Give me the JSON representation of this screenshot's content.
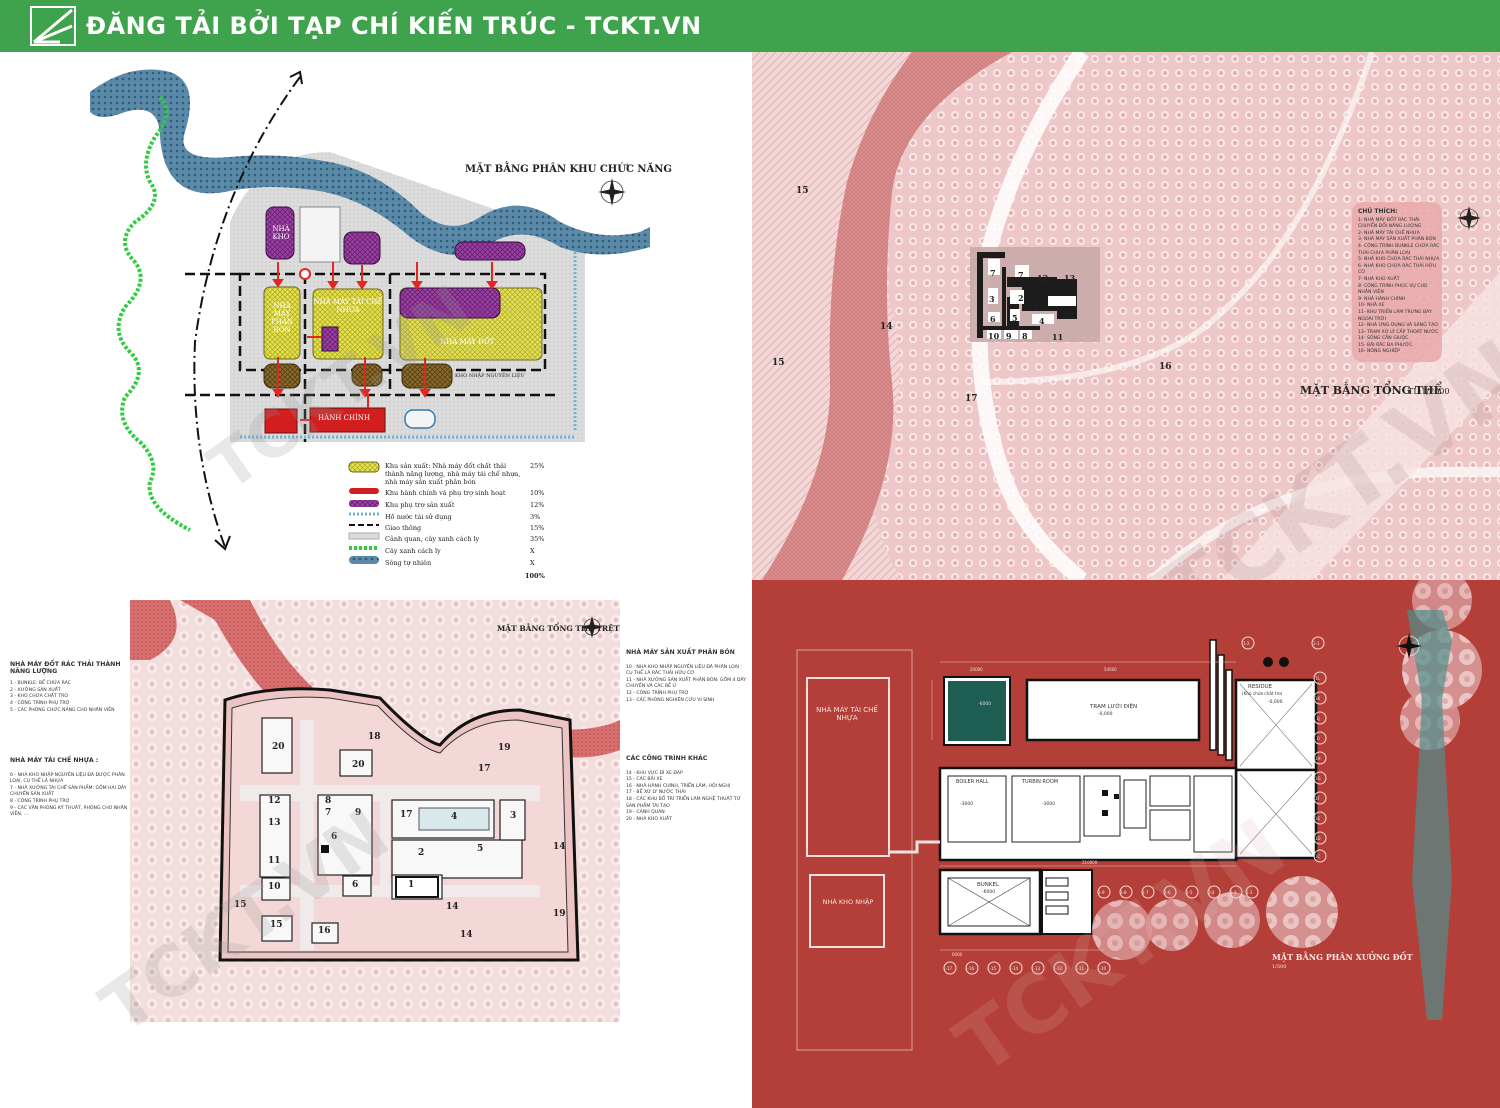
{
  "banner": {
    "title": "ĐĂNG TẢI BỞI TẠP CHÍ KIẾN TRÚC - TCKT.VN",
    "color": "#3fa34d"
  },
  "watermark": "TCKT.VN",
  "panel1": {
    "title": "MẶT BẰNG PHÂN KHU CHỨC NĂNG",
    "blocks": {
      "nha_kho": "NHÀ KHO",
      "nha_may_tai_che_nhua": "NHÀ MÁY TÁI CHẾ NHỰA",
      "nha_may_phan_bon": "NHÀ MÁY PHÂN BÓN",
      "nha_may_dot": "NHÀ MÁY ĐỐT",
      "hanh_chinh": "HÀNH CHÍNH",
      "kho_nhap": "KHO NHẬP NGUYÊN LIỆU"
    },
    "legend": [
      {
        "label": "Khu sản xuất: Nhà máy đốt chất thải thành năng lượng, nhà máy tái chế nhựa, nhà máy sản xuất phân bón",
        "value": "25%"
      },
      {
        "label": "Khu hành chính và phụ trợ sinh hoạt",
        "value": "10%"
      },
      {
        "label": "Khu phụ trợ sản xuất",
        "value": "12%"
      },
      {
        "label": "Hồ nước tái sử dụng",
        "value": "3%"
      },
      {
        "label": "Giao thông",
        "value": "15%"
      },
      {
        "label": "Cảnh quan, cây xanh cách ly",
        "value": "35%"
      },
      {
        "label": "Cây xanh cách ly",
        "value": "X"
      },
      {
        "label": "Sông tự nhiên",
        "value": "X"
      }
    ],
    "total": "100%"
  },
  "panel2": {
    "title": "MẶT BẰNG TỔNG THỂ",
    "scale": "TL:1/2000",
    "legend_title": "CHÚ THÍCH:",
    "legend": [
      "1- NHÀ MÁY ĐỐT RÁC THẢI CHUYỂN ĐỔI NĂNG LƯỢNG",
      "2- NHÀ MÁY TÁI CHẾ NHỰA",
      "3- NHÀ MÁY SẢN XUẤT PHÂN BÓN",
      "4- CÔNG TRÌNH BUNKLE CHỨA RÁC THẢI CHƯA PHÂN LOẠI",
      "5- NHÀ KHO CHỨA RÁC THẢI NHỰA",
      "6- NHÀ KHO CHỨA RÁC THẢI HỮU CƠ",
      "7- NHÀ KHO XUẤT",
      "8- CÔNG TRÌNH PHỤC VỤ CHO NHÂN VIÊN",
      "9- NHÀ HÀNH CHÍNH",
      "10- NHÀ XE",
      "11- KHU TRIỂN LÃM TRƯNG BÀY NGOÀI TRỜI",
      "12- NHÀ ỨNG DỤNG VÀ SÁNG TẠO",
      "13- TRẠM XỬ LÝ CẤP THOÁT NƯỚC",
      "14- SÔNG CẦN GIUỘC",
      "15- BÃI RÁC ĐA PHƯỚC",
      "16- NÔNG NGHIỆP"
    ],
    "site_numbers": [
      "15",
      "15",
      "14",
      "16",
      "17"
    ],
    "building_numbers": [
      "7",
      "7",
      "12",
      "13",
      "3",
      "2",
      "1",
      "6",
      "5",
      "4",
      "10",
      "9",
      "8",
      "11"
    ]
  },
  "panel3": {
    "title": "MẶT BẰNG TỔNG THỂ TRỆT",
    "group1_title": "NHÀ MÁY ĐỐT RÁC THẢI THÀNH NĂNG LƯỢNG",
    "group1_items": [
      "1 - BUNKLE: BỂ CHỨA RÁC",
      "2 - XƯỞNG SẢN XUẤT",
      "3 - KHO CHỨA CHẤT TRO",
      "4 - CÔNG TRÌNH PHỤ TRỢ",
      "5 - CÁC PHÒNG CHỨC NĂNG CHO NHÂN VIÊN"
    ],
    "group2_title": "NHÀ MÁY TÁI CHẾ NHỰA :",
    "group2_items": [
      "6 - NHÀ KHO NHẬP NGUYÊN LIỆU ĐÃ ĐƯỢC PHÂN LOẠI, CỤ THỂ LÀ NHỰA",
      "7 - NHÀ XƯỞNG TÁI CHẾ SẢN PHẨM: GỒM HAI DÂY CHUYỀN SẢN XUẤT",
      "8 - CÔNG TRÌNH PHỤ TRỢ",
      "9 - CÁC VĂN PHÒNG KỸ THUẬT, PHÒNG CHO NHÂN VIÊN, ..."
    ],
    "group3_title": "NHÀ MÁY SẢN XUẤT PHÂN BÓN",
    "group3_items": [
      "10 - NHÀ KHO NHẬP NGUYÊN LIỆU ĐÃ PHÂN LOẠI : CỤ THỂ LÀ RÁC THẢI HỮU CƠ",
      "11 - NHÀ XƯỞNG SẢN XUẤT PHÂN BÓN: GỒM 4 DÂY CHUYỀN VÀ CÁC BỂ Ủ",
      "12 - CÔNG TRÌNH PHỤ TRỢ",
      "13 - CÁC PHÒNG NGHIÊN CỨU VI SINH"
    ],
    "group4_title": "CÁC CÔNG TRÌNH KHÁC",
    "group4_items": [
      "14 - KHU VỰC ĐỈ XE ĐẠP",
      "15 - CÁC BÃI XE",
      "16 - NHÀ HÀNH CHÍNH, TRIỂN LÃM, HỘI NGHỊ",
      "17 - BỂ XỬ LÝ NƯỚC THẢI",
      "18 - CÁC KHU BỐ TRÍ TRIỂN LÃM NGHỆ THUẬT TỪ SẢN PHẨM TÁI TẠO",
      "19 - CẢNH QUAN",
      "20 - NHÀ KHO XUẤT"
    ],
    "plan_numbers": [
      "20",
      "18",
      "20",
      "19",
      "17",
      "12",
      "8",
      "7",
      "9",
      "17",
      "4",
      "3",
      "13",
      "6",
      "5",
      "2",
      "11",
      "14",
      "10",
      "6",
      "1",
      "15",
      "15",
      "16",
      "14",
      "19",
      "14"
    ]
  },
  "panel4": {
    "title": "MẶT BẰNG PHÂN XƯỞNG ĐỐT",
    "scale": "1/500",
    "buildings": {
      "tai_che": "NHÀ MÁY TÁI CHẾ NHỰA",
      "kho_nhap": "NHÀ KHO NHẬP",
      "tram": "TRẠM LƯỚI ĐIỆN",
      "tram_level": "-0,000",
      "residue": "RESIDUE",
      "residue_sub": "(Kho chứa chất tro)",
      "residue_level": "-0,000",
      "boiler": "BOILER HALL",
      "boiler_level": "-3000",
      "turbin": "TURBIN ROOM",
      "turbin_level": "-3000",
      "bunkel": "BUNKEL",
      "bunkel_level": "-6000",
      "water_level": "-6000"
    },
    "axis_right": [
      "1L",
      "1K",
      "1J",
      "1I",
      "1H",
      "1G",
      "1F",
      "1E",
      "1D",
      "1C"
    ],
    "axis_bottom": [
      "1-17",
      "1-16",
      "1-15",
      "1-14",
      "1-13",
      "1-12",
      "1-11",
      "1-10"
    ],
    "axis_mid": [
      "1-9",
      "1-8",
      "1-7",
      "1-6",
      "1-5",
      "1-4",
      "1-3",
      "1-2"
    ],
    "axis_top": [
      "1-2",
      "1-1"
    ],
    "dims": [
      "20000",
      "54000",
      "210000",
      "6000"
    ]
  }
}
